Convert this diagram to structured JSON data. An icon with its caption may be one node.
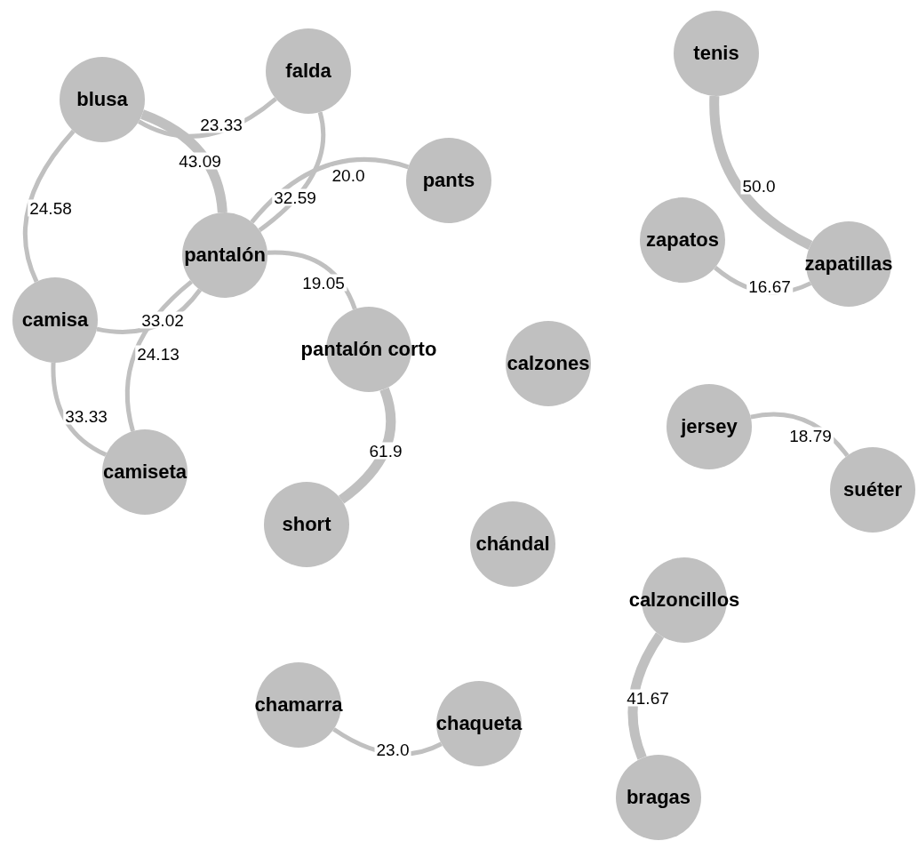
{
  "diagram": {
    "nodes": [
      {
        "text": [
          "tenis"
        ]
      },
      {
        "text": [
          "falda"
        ]
      },
      {
        "text": [
          "blusa"
        ]
      },
      {
        "text": [
          "pants"
        ]
      },
      {
        "text": [
          "zapatos"
        ]
      },
      {
        "text": [
          "pantalón"
        ]
      },
      {
        "text": [
          "zapatillas"
        ]
      },
      {
        "text": [
          "camisa"
        ]
      },
      {
        "text": [
          "pantalón corto"
        ]
      },
      {
        "text": [
          "calzones"
        ]
      },
      {
        "text": [
          "jersey"
        ]
      },
      {
        "text": [
          "camiseta"
        ]
      },
      {
        "text": [
          "suéter"
        ]
      },
      {
        "text": [
          "short"
        ]
      },
      {
        "text": [
          "chándal"
        ]
      },
      {
        "text": [
          "calzoncillos"
        ]
      },
      {
        "text": [
          "chamarra"
        ]
      },
      {
        "text": [
          "chaqueta"
        ]
      },
      {
        "text": [
          "bragas"
        ]
      }
    ],
    "edges": [
      {
        "from": 2,
        "to": 1,
        "arrow": "none",
        "label": "23.33"
      },
      {
        "from": 2,
        "to": 5,
        "arrow": "none",
        "label": "43.09",
        "style": "thick"
      },
      {
        "from": 2,
        "to": 7,
        "arrow": "none",
        "label": "24.58"
      },
      {
        "from": 1,
        "to": 5,
        "arrow": "none",
        "label": "32.59"
      },
      {
        "from": 5,
        "to": 3,
        "arrow": "none",
        "label": "20.0"
      },
      {
        "from": 5,
        "to": 8,
        "arrow": "none",
        "label": "19.05"
      },
      {
        "from": 7,
        "to": 5,
        "arrow": "none",
        "label": "33.02"
      },
      {
        "from": 11,
        "to": 5,
        "arrow": "none",
        "label": "24.13"
      },
      {
        "from": 7,
        "to": 11,
        "arrow": "none",
        "label": "33.33"
      },
      {
        "from": 8,
        "to": 13,
        "arrow": "none",
        "label": "61.9",
        "style": "thick"
      },
      {
        "from": 0,
        "to": 6,
        "arrow": "none",
        "label": "50.0",
        "style": "thick"
      },
      {
        "from": 4,
        "to": 6,
        "arrow": "none",
        "label": "16.67"
      },
      {
        "from": 10,
        "to": 12,
        "arrow": "none",
        "label": "18.79"
      },
      {
        "from": 15,
        "to": 18,
        "arrow": "none",
        "label": "41.67",
        "style": "thick"
      },
      {
        "from": 16,
        "to": 17,
        "arrow": "none",
        "label": "23.0"
      }
    ]
  }
}
